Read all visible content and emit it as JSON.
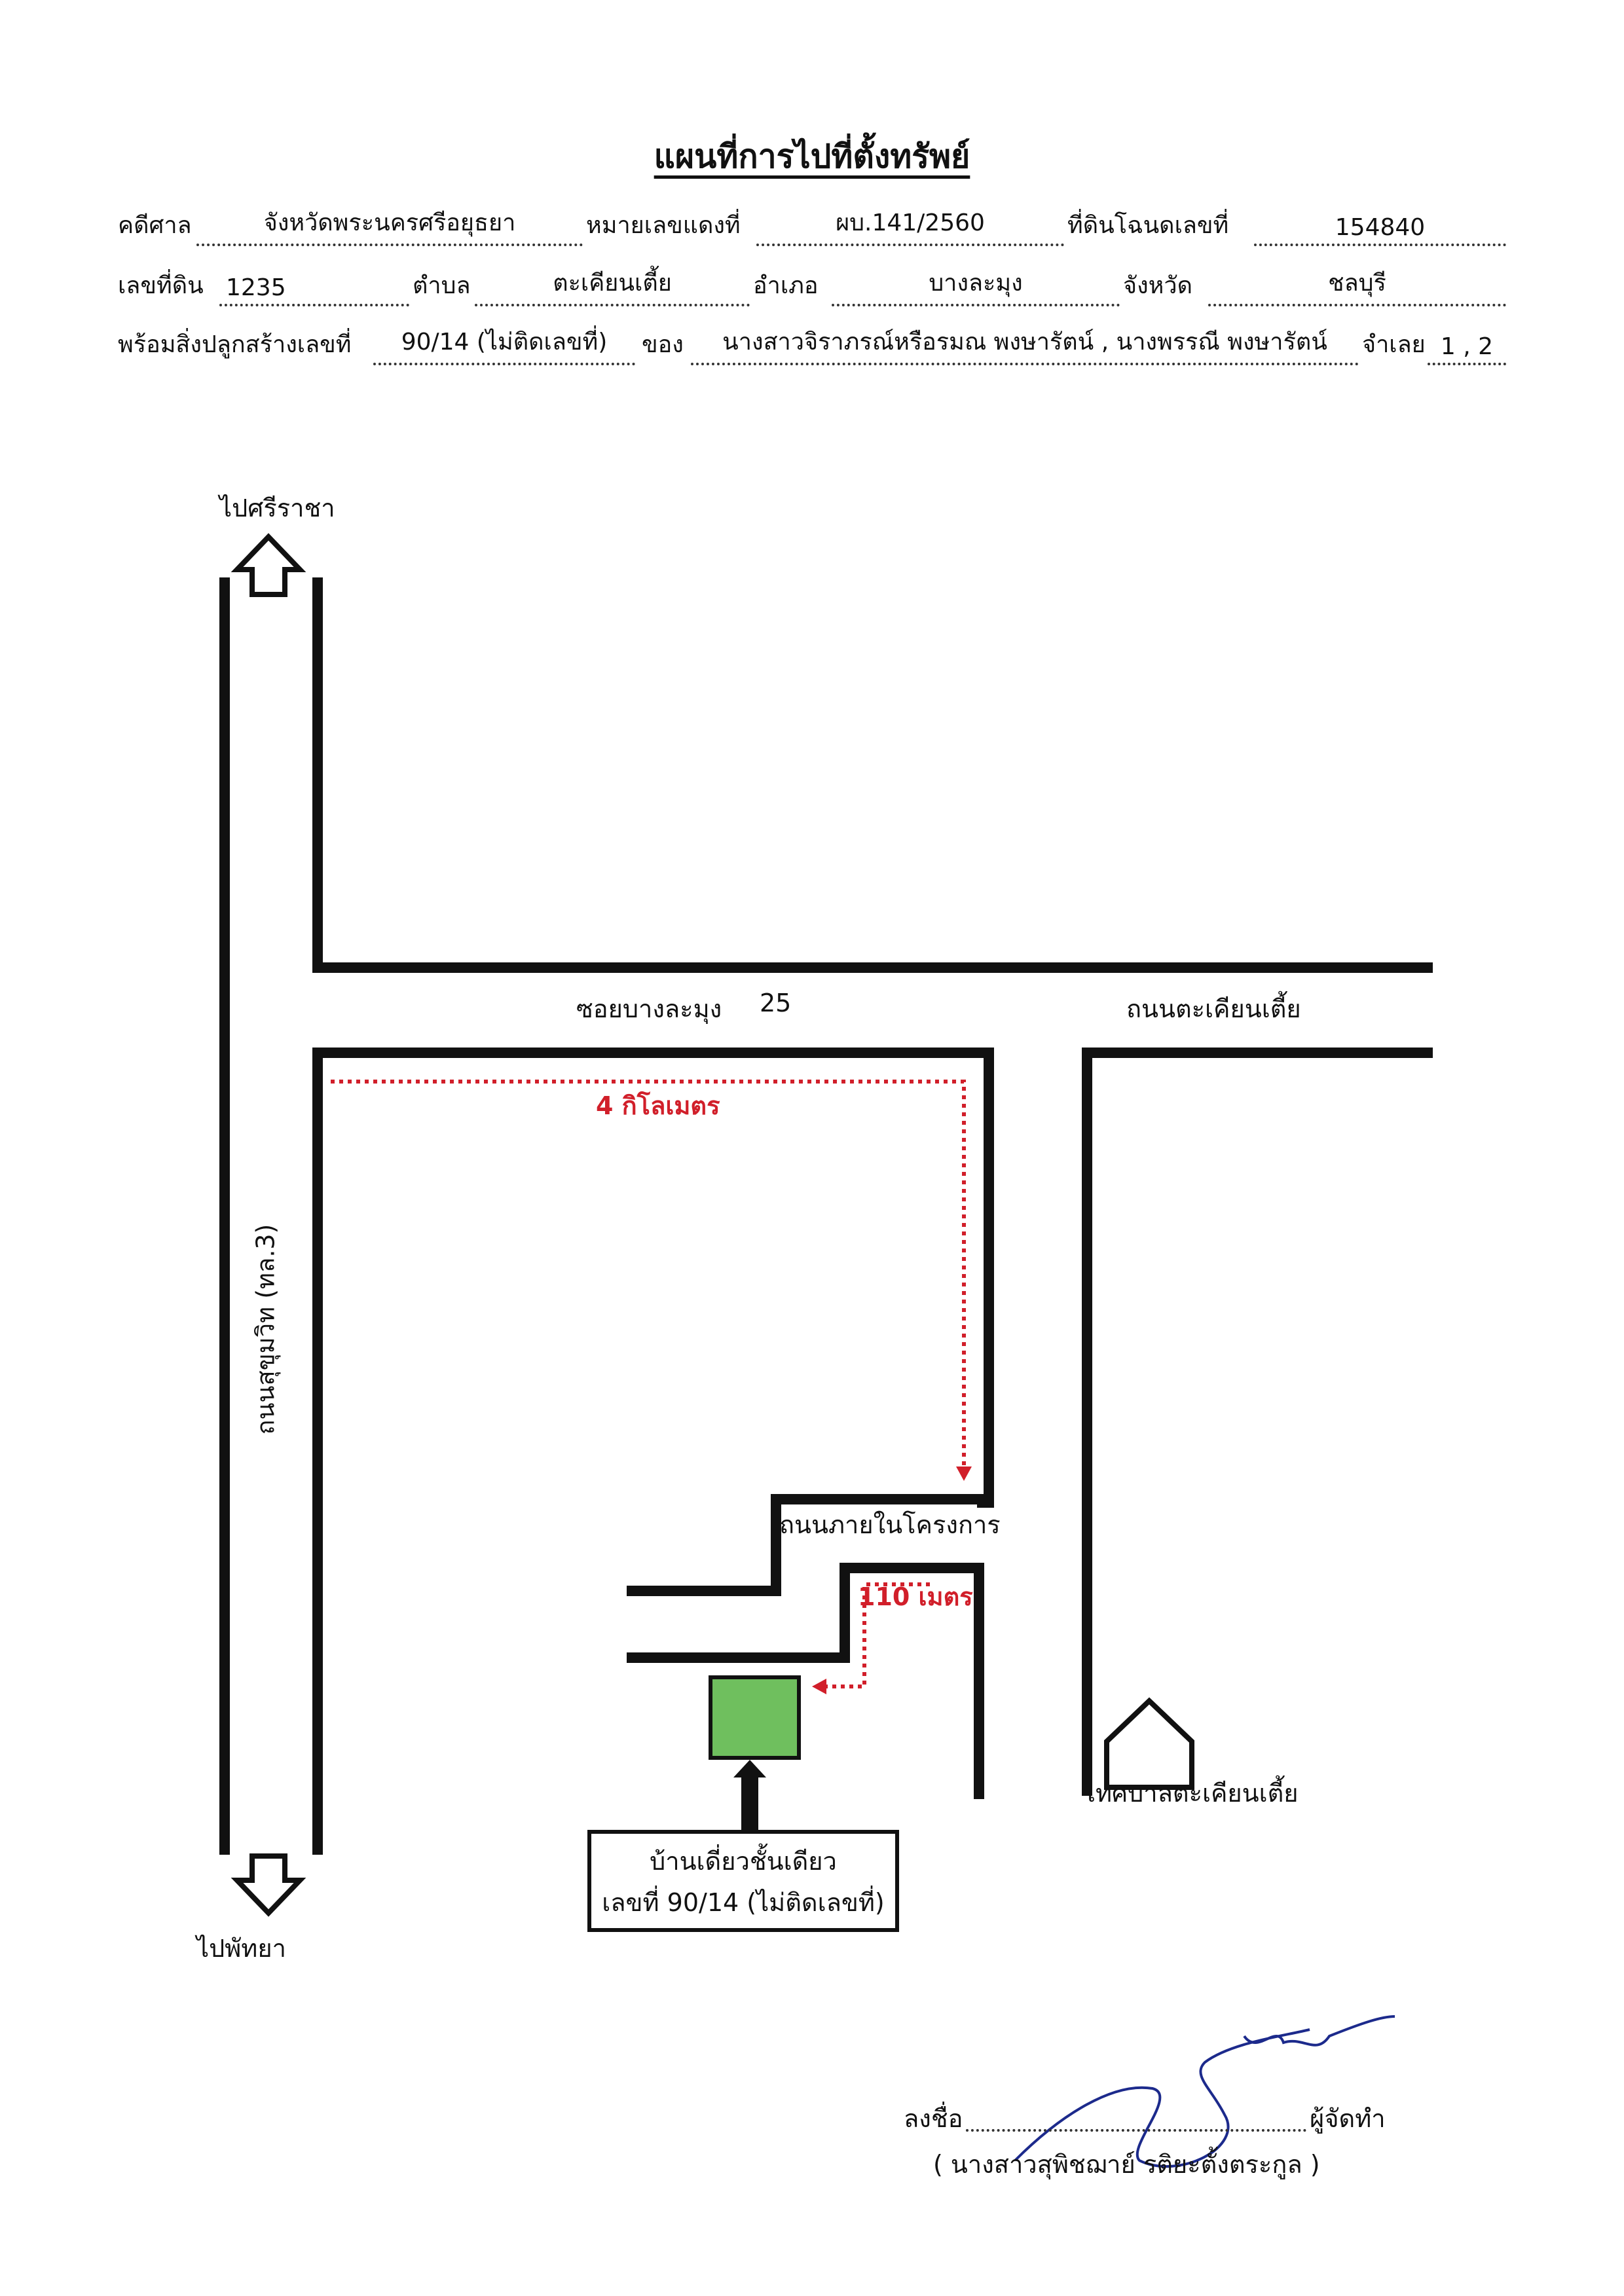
{
  "title": "แผนที่การไปที่ตั้งทรัพย์",
  "header": {
    "court_label": "คดีศาล",
    "court_value": "จังหวัดพระนครศรีอยุธยา",
    "red_no_label": "หมายเลขแดงที่",
    "red_no_value": "ผบ.141/2560",
    "deed_label": "ที่ดินโฉนดเลขที่",
    "deed_value": "154840",
    "land_no_label": "เลขที่ดิน",
    "land_no_value": "1235",
    "subdistrict_label": "ตำบล",
    "subdistrict_value": "ตะเคียนเตี้ย",
    "district_label": "อำเภอ",
    "district_value": "บางละมุง",
    "province_label": "จังหวัด",
    "province_value": "ชลบุรี",
    "building_label": "พร้อมสิ่งปลูกสร้างเลขที่",
    "building_value": "90/14 (ไม่ติดเลขที่)",
    "owner_label": "ของ",
    "owner_value": "นางสาวจิราภรณ์หรือรมณ พงษารัตน์ , นางพรรณี พงษารัตน์",
    "defendant_label": "จำเลย",
    "defendant_value": "1 , 2"
  },
  "map": {
    "to_north": "ไปศรีราชา",
    "to_south": "ไปพัทยา",
    "main_road": "ถนนสุขุมวิท (ทล.3)",
    "soi": "ซอยบางละมุง",
    "soi_no": "25",
    "road_right": "ถนนตะเคียนเตี้ย",
    "distance_1": "4 กิโลเมตร",
    "inner_road": "ถนนภายในโครงการ",
    "distance_2": "110 เมตร",
    "municipality": "เทศบาลตะเคียนเตี้ย",
    "house_line1": "บ้านเดี่ยวชั้นเดียว",
    "house_line2": "เลขที่ 90/14 (ไม่ติดเลขที่)",
    "plot_color": "#6fbf5e",
    "route_color": "#d11f2a"
  },
  "signature": {
    "sign_label": "ลงชื่อ",
    "role_label": "ผู้จัดทำ",
    "name": "( นางสาวสุพิชฌาย์ รติยะตั้งตระกูล )"
  }
}
